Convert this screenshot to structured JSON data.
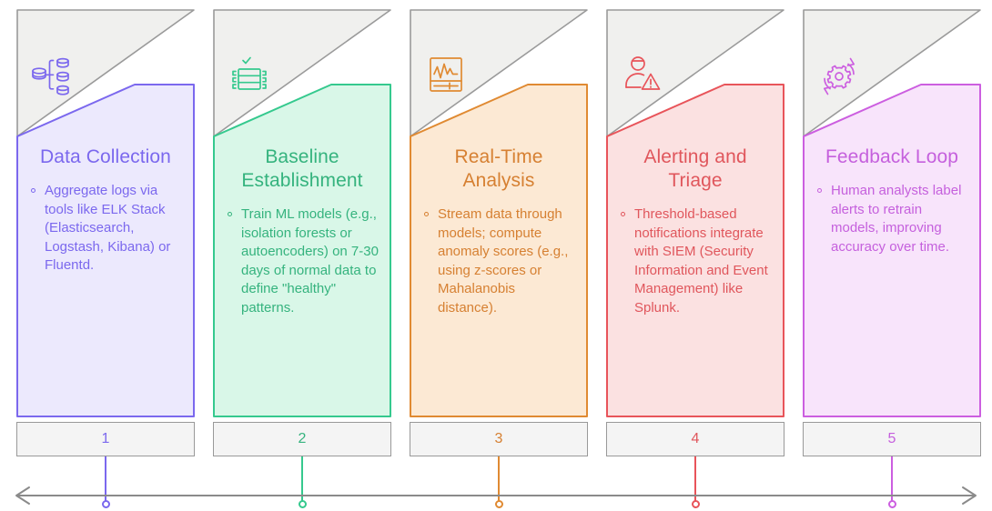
{
  "diagram": {
    "type": "process-timeline",
    "stage_count": 5,
    "axis": {
      "style": "double-headed-arrow",
      "color": "#8a8a8a",
      "left_arrow": true,
      "right_arrow": true
    }
  },
  "stages": [
    {
      "number": "1",
      "title": "Data Collection",
      "title_lines": [
        "Data",
        "Collection"
      ],
      "bullets": [
        "Aggregate logs via tools like ELK Stack (Elasticsearch, Logstash, Kibana) or Fluentd."
      ],
      "icon": "database-hierarchy-icon",
      "color": "#7b68ee",
      "fill": "#ece9fd",
      "text_color": "#7b68ee"
    },
    {
      "number": "2",
      "title": "Baseline Establishment",
      "title_lines": [
        "Baseline",
        "Establishment"
      ],
      "bullets": [
        "Train ML models (e.g., isolation forests or autoencoders) on 7-30 days of normal data to define \"healthy\" patterns."
      ],
      "icon": "table-check-icon",
      "color": "#35c98e",
      "fill": "#d9f7e8",
      "text_color": "#35b37e"
    },
    {
      "number": "3",
      "title": "Real-Time Analysis",
      "title_lines": [
        "Real-Time",
        "Analysis"
      ],
      "bullets": [
        "Stream data through models; compute anomaly scores (e.g., using z-scores or Mahalanobis distance)."
      ],
      "icon": "waveform-monitor-icon",
      "color": "#e08a32",
      "fill": "#fce9d4",
      "text_color": "#d68032"
    },
    {
      "number": "4",
      "title": "Alerting and Triage",
      "title_lines": [
        "Alerting and",
        "Triage"
      ],
      "bullets": [
        "Threshold-based notifications integrate with SIEM (Security Information and Event Management) like Splunk."
      ],
      "icon": "user-alert-icon",
      "color": "#e8545a",
      "fill": "#fbe1e1",
      "text_color": "#e0565c"
    },
    {
      "number": "5",
      "title": "Feedback Loop",
      "title_lines": [
        "Feedback",
        "Loop"
      ],
      "bullets": [
        "Human analysts label alerts to retrain models, improving accuracy over time."
      ],
      "icon": "gear-refresh-icon",
      "color": "#cc5ee0",
      "fill": "#f8e4fb",
      "text_color": "#c560dd"
    }
  ],
  "palette": {
    "triangle_fill": "#f0f0ee",
    "triangle_stroke": "#9a9a9a",
    "number_box_fill": "#f4f4f4",
    "number_box_stroke": "#999999",
    "axis": "#8a8a8a"
  }
}
